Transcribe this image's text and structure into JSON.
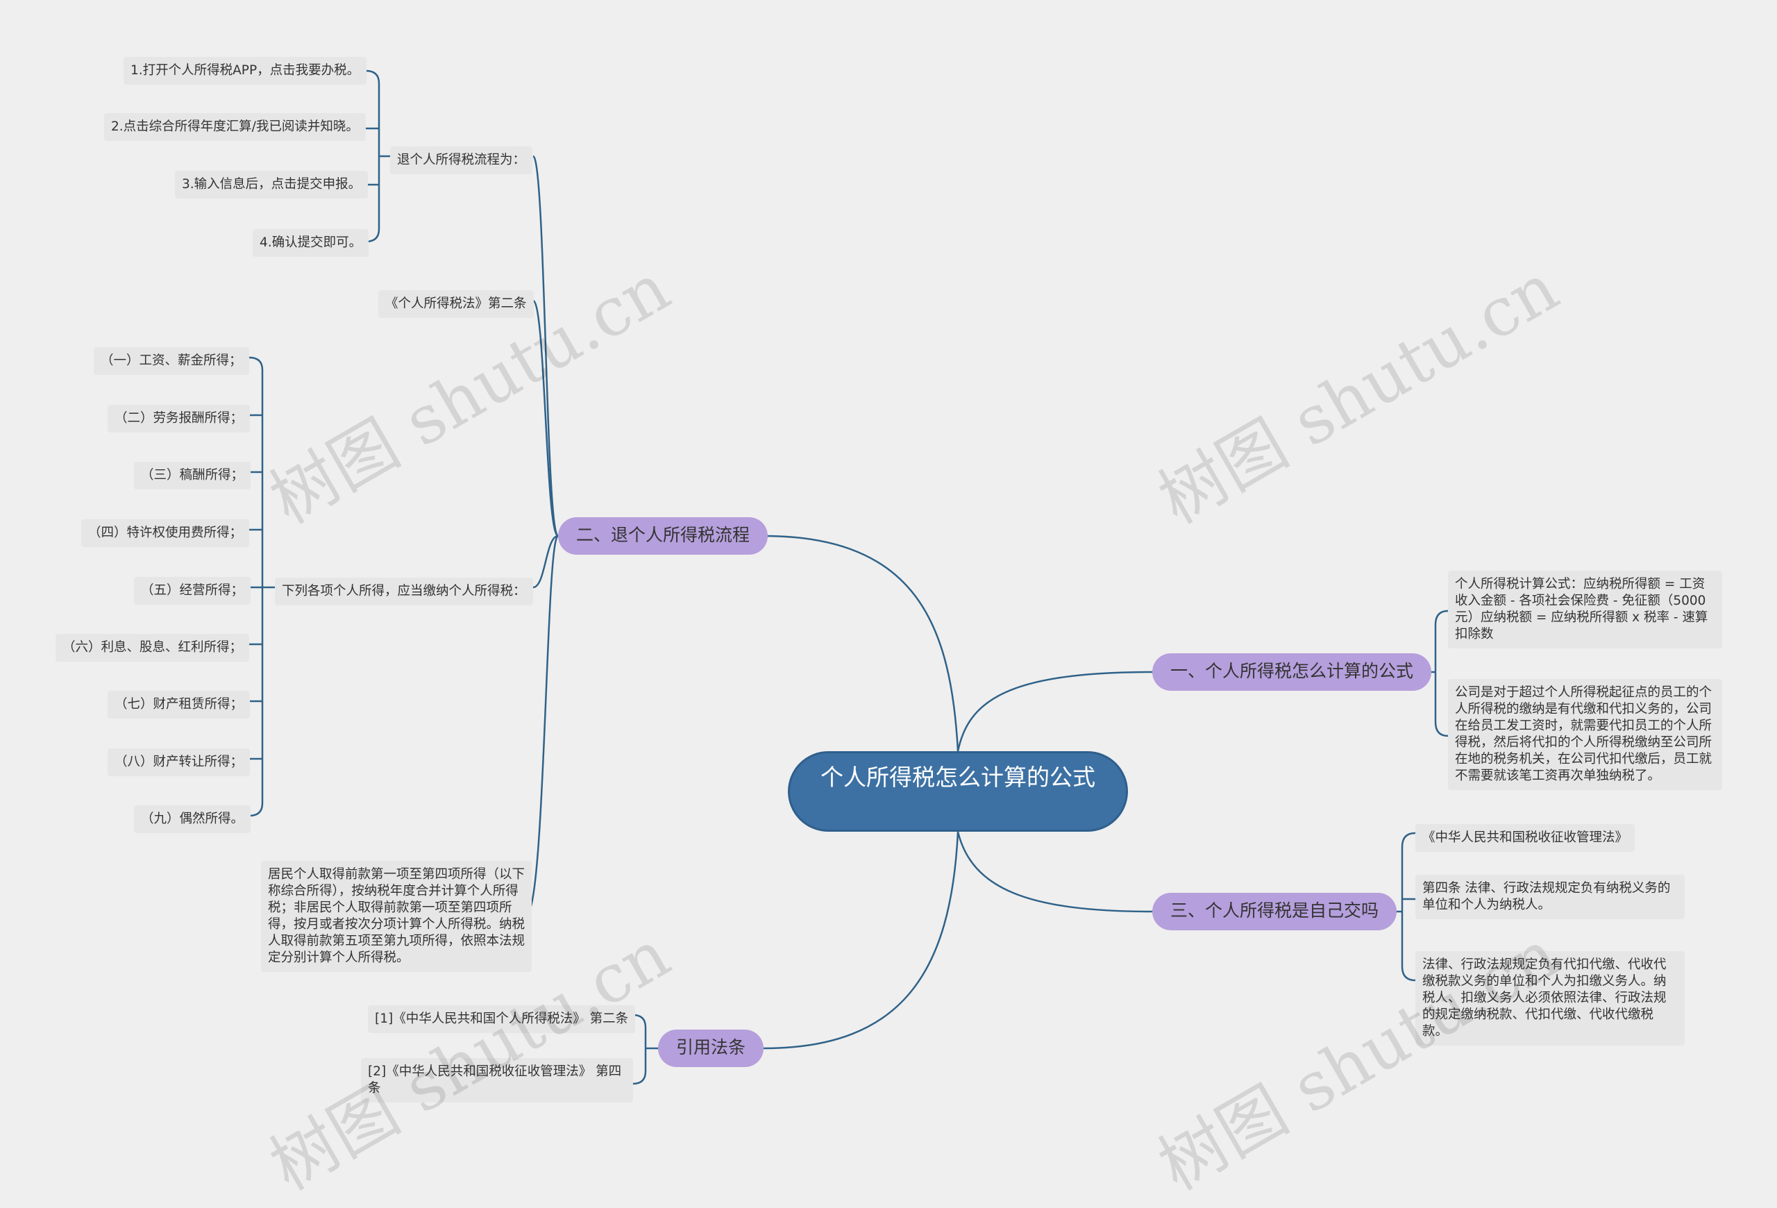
{
  "root": {
    "title": "个人所得税怎么计算的公式"
  },
  "branches": {
    "b1": {
      "label": "一、个人所得税怎么计算的公式",
      "leaves": [
        "个人所得税计算公式：应纳税所得额 = 工资收入金额 - 各项社会保险费 - 免征额（5000元）应纳税额 = 应纳税所得额 x 税率 - 速算扣除数",
        "公司是对于超过个人所得税起征点的员工的个人所得税的缴纳是有代缴和代扣义务的，公司在给员工发工资时，就需要代扣员工的个人所得税，然后将代扣的个人所得税缴纳至公司所在地的税务机关，在公司代扣代缴后，员工就不需要就该笔工资再次单独纳税了。"
      ]
    },
    "b2": {
      "label": "二、退个人所得税流程",
      "process_title": "退个人所得税流程为：",
      "process_steps": [
        "1.打开个人所得税APP，点击我要办税。",
        "2.点击综合所得年度汇算/我已阅读并知晓。",
        "3.输入信息后，点击提交申报。",
        "4.确认提交即可。"
      ],
      "law_ref": "《个人所得税法》第二条",
      "income_title": "下列各项个人所得，应当缴纳个人所得税：",
      "income_items": [
        "（一）工资、薪金所得；",
        "（二）劳务报酬所得；",
        "（三）稿酬所得；",
        "（四）特许权使用费所得；",
        "（五）经营所得；",
        "（六）利息、股息、红利所得；",
        "（七）财产租赁所得；",
        "（八）财产转让所得；",
        "（九）偶然所得。"
      ],
      "resident_note": "居民个人取得前款第一项至第四项所得（以下称综合所得），按纳税年度合并计算个人所得税；非居民个人取得前款第一项至第四项所得，按月或者按次分项计算个人所得税。纳税人取得前款第五项至第九项所得，依照本法规定分别计算个人所得税。"
    },
    "b3": {
      "label": "三、个人所得税是自己交吗",
      "leaves": [
        "《中华人民共和国税收征收管理法》",
        "第四条 法律、行政法规规定负有纳税义务的单位和个人为纳税人。",
        "法律、行政法规规定负有代扣代缴、代收代缴税款义务的单位和个人为扣缴义务人。纳税人、扣缴义务人必须依照法律、行政法规的规定缴纳税款、代扣代缴、代收代缴税款。"
      ]
    },
    "b4": {
      "label": "引用法条",
      "leaves": [
        "[1]《中华人民共和国个人所得税法》 第二条",
        "[2]《中华人民共和国税收征收管理法》 第四条"
      ]
    }
  },
  "watermark": "树图 shutu.cn",
  "colors": {
    "root": "#3d71a3",
    "branch": "#b59fdc",
    "leaf": "#e6e6e6",
    "line": "#2f6289",
    "background": "#efefef"
  }
}
